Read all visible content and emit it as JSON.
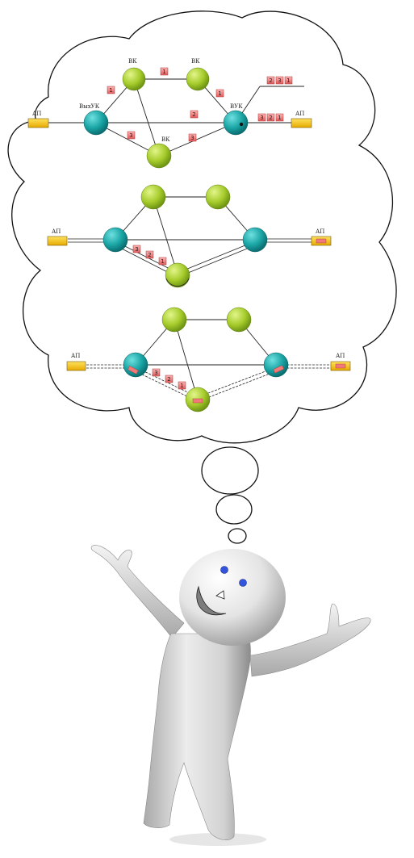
{
  "labels": {
    "ap": "АП",
    "vk": "ВК",
    "vyh_uk": "ВыхУК",
    "vuk": "ВУК"
  },
  "packets": {
    "one": "1",
    "two": "2",
    "three": "3"
  },
  "colors": {
    "green_node": "#a6cc2c",
    "teal_node": "#1aa5a5",
    "packet": "#f07a7a",
    "access_point": "#f4c20d",
    "eye": "#3355dd"
  }
}
